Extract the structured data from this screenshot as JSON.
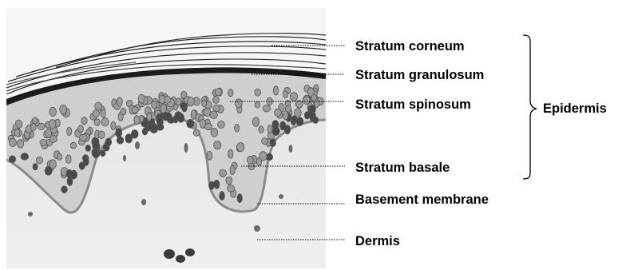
{
  "layers": [
    {
      "id": "stratum-corneum",
      "label": "Stratum corneum"
    },
    {
      "id": "stratum-granulosum",
      "label": "Stratum granulosum"
    },
    {
      "id": "stratum-spinosum",
      "label": "Stratum spinosum"
    },
    {
      "id": "stratum-basale",
      "label": "Stratum basale"
    },
    {
      "id": "basement-membrane",
      "label": "Basement membrane"
    },
    {
      "id": "dermis",
      "label": "Dermis"
    }
  ],
  "bracket": {
    "label": "Epidermis"
  },
  "colors": {
    "tissue_bg": "#f1f1f1",
    "corneum": "#2a2a2a",
    "granulosum": "#1a1a1a",
    "spinosum": "#c8c8c8",
    "nucleus": "#6a6a6a",
    "dermis": "#e4e4e4"
  }
}
